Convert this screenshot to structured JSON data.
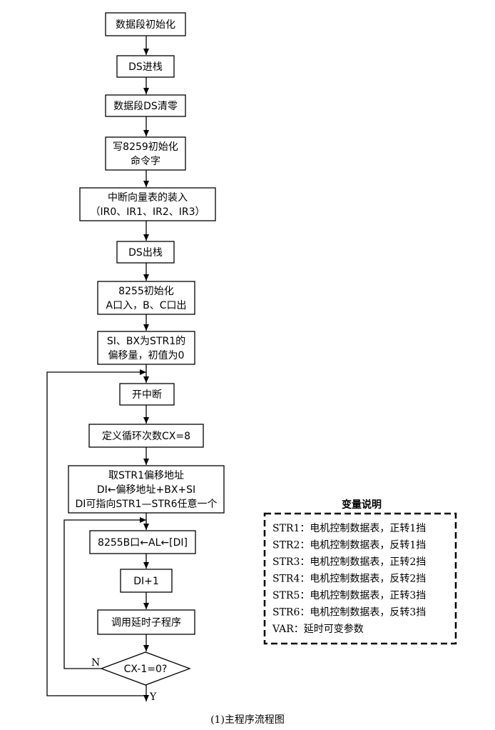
{
  "flowchart": {
    "nodes": [
      {
        "id": "n1",
        "lines": [
          "数据段初始化"
        ]
      },
      {
        "id": "n2",
        "lines": [
          "DS进栈"
        ]
      },
      {
        "id": "n3",
        "lines": [
          "数据段DS清零"
        ]
      },
      {
        "id": "n4",
        "lines": [
          "写8259初始化",
          "命令字"
        ]
      },
      {
        "id": "n5",
        "lines": [
          "中断向量表的装入",
          "（IR0、IR1、IR2、IR3）"
        ]
      },
      {
        "id": "n6",
        "lines": [
          "DS出栈"
        ]
      },
      {
        "id": "n7",
        "lines": [
          "8255初始化",
          "A口入，B、C口出"
        ]
      },
      {
        "id": "n8",
        "lines": [
          "SI、BX为STR1的",
          "偏移量，初值为0"
        ]
      },
      {
        "id": "n9",
        "lines": [
          "开中断"
        ]
      },
      {
        "id": "n10",
        "lines": [
          "定义循环次数CX=8"
        ]
      },
      {
        "id": "n11",
        "lines": [
          "取STR1偏移地址",
          "DI←偏移地址+BX+SI",
          "DI可指向STR1—STR6任意一个"
        ]
      },
      {
        "id": "n12",
        "lines": [
          "8255B口←AL←[DI]"
        ]
      },
      {
        "id": "n13",
        "lines": [
          "DI+1"
        ]
      },
      {
        "id": "n14",
        "lines": [
          "调用延时子程序"
        ]
      },
      {
        "id": "n15",
        "lines": [
          "CX-1=0?"
        ]
      }
    ],
    "branch_no": "N",
    "branch_yes": "Y"
  },
  "legend": {
    "title": "变量说明",
    "items": [
      "STR1：电机控制数据表，正转1挡",
      "STR2：电机控制数据表，反转1挡",
      "STR3：电机控制数据表，正转2挡",
      "STR4：电机控制数据表，反转2挡",
      "STR5：电机控制数据表，正转3挡",
      "STR6：电机控制数据表，反转3挡",
      "VAR：延时可变参数"
    ]
  },
  "caption": "(1)主程序流程图"
}
